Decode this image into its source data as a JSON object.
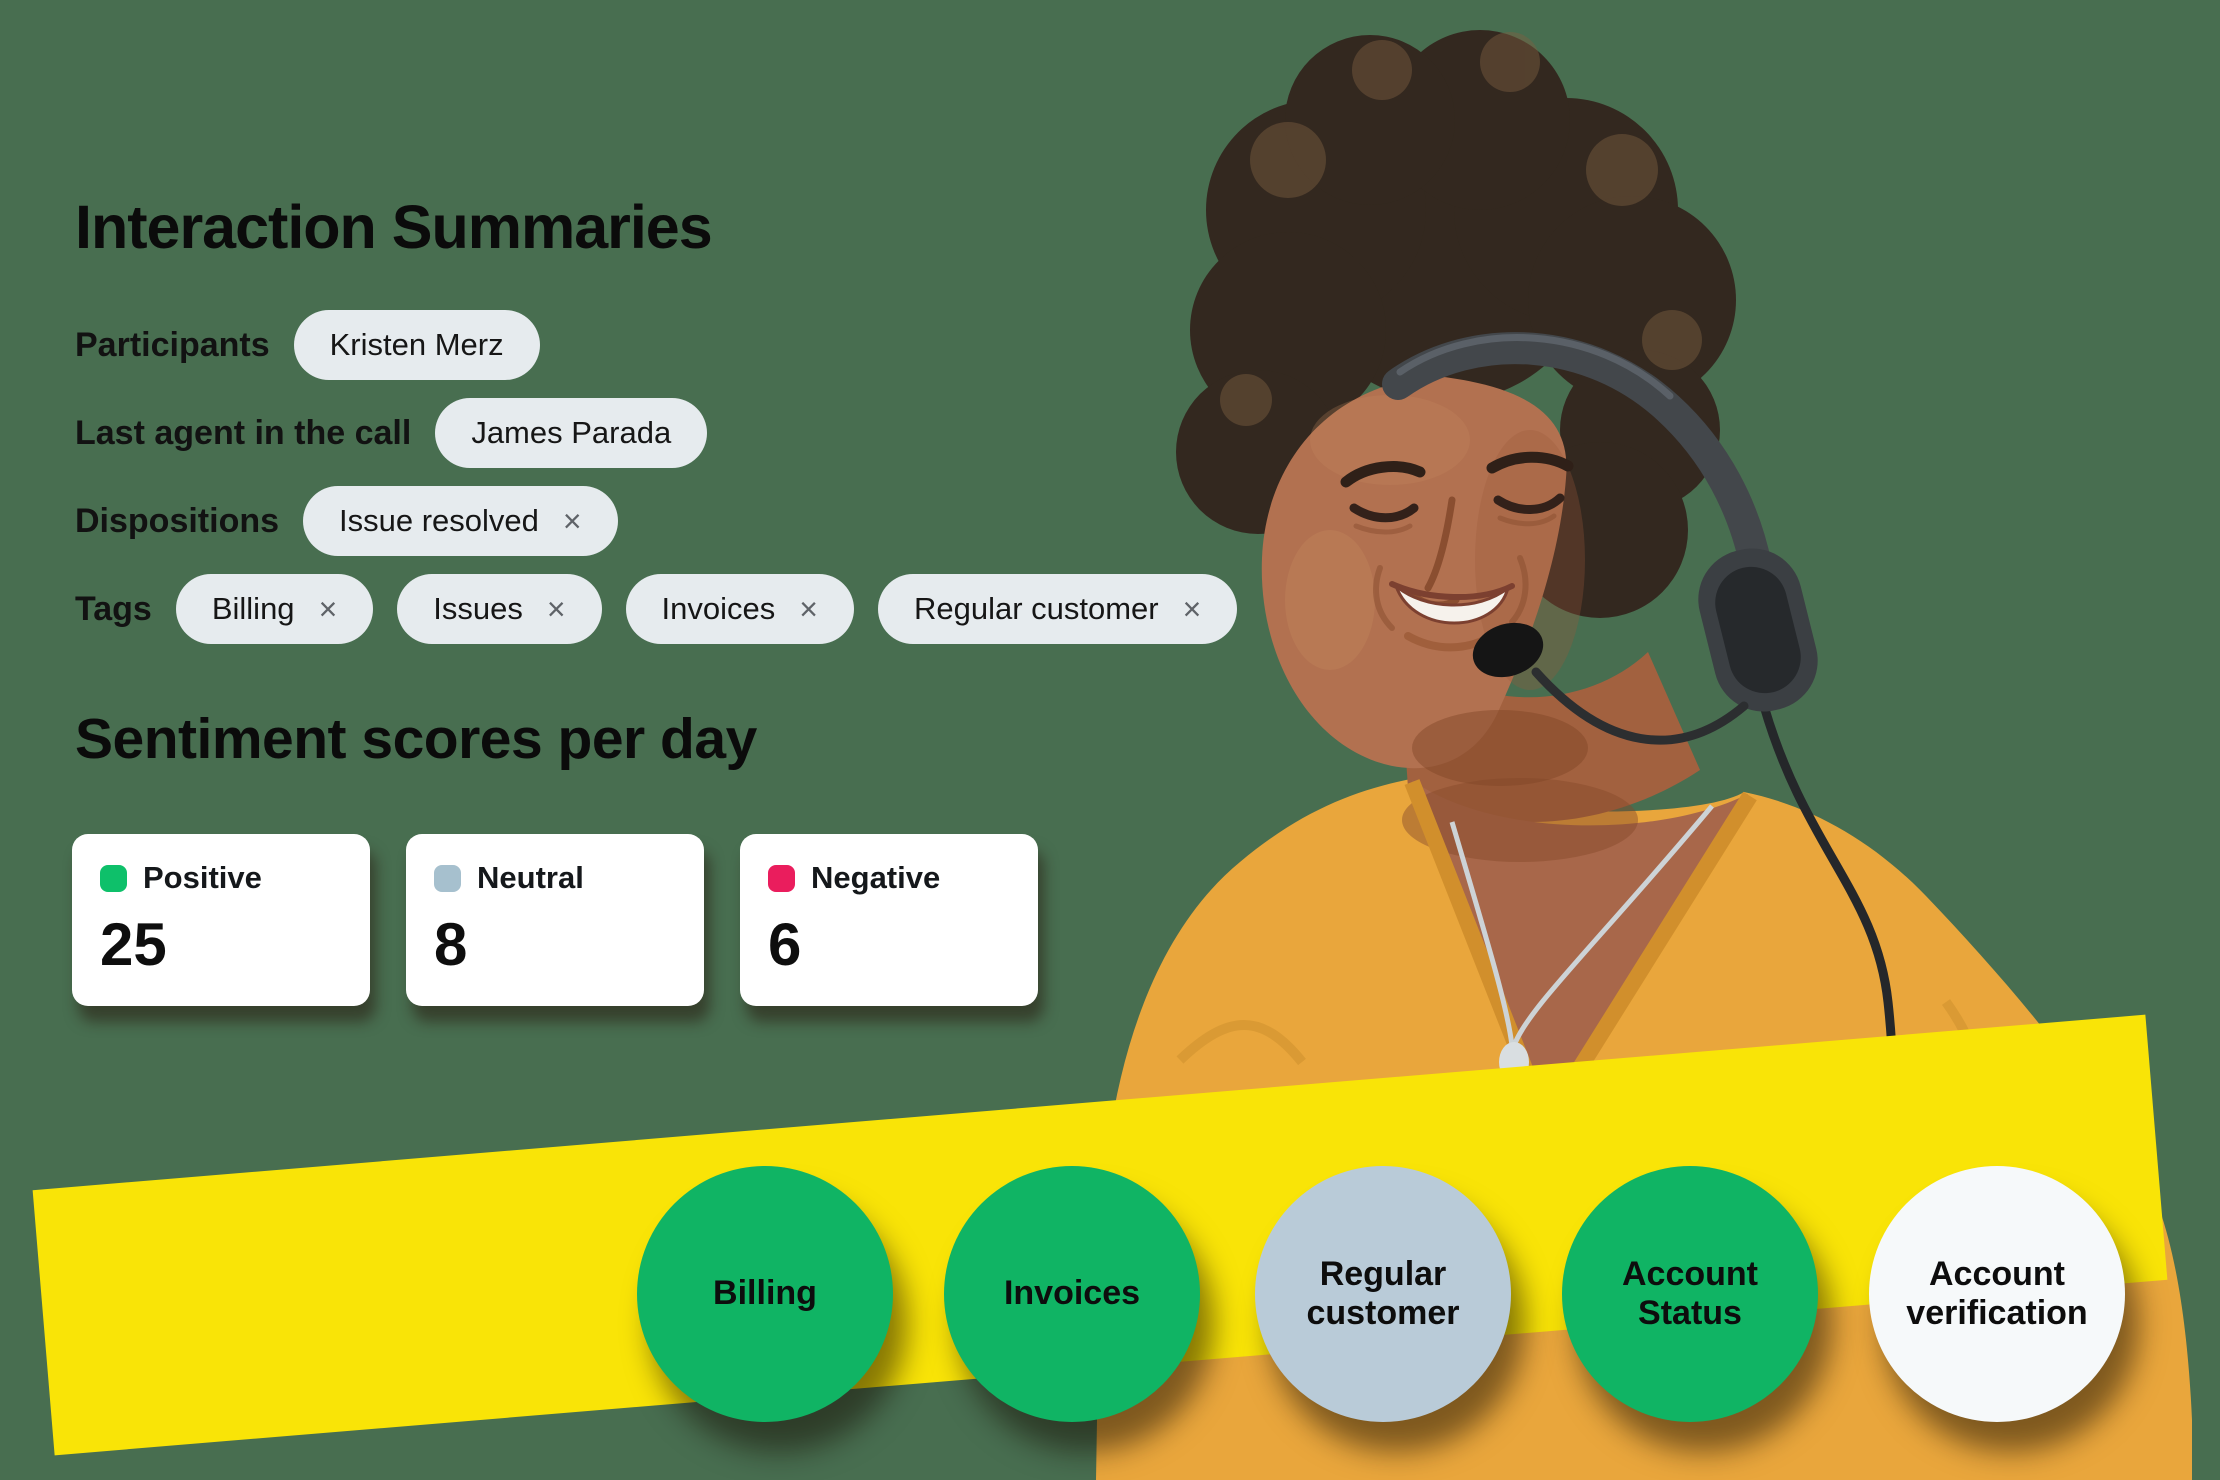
{
  "page": {
    "background_color": "#486e50"
  },
  "header": {
    "title": "Interaction Summaries"
  },
  "fields": {
    "participants": {
      "label": "Participants",
      "chips": [
        {
          "text": "Kristen Merz",
          "removable": false
        }
      ]
    },
    "last_agent": {
      "label": "Last agent in the call",
      "chips": [
        {
          "text": "James Parada",
          "removable": false
        }
      ]
    },
    "dispositions": {
      "label": "Dispositions",
      "chips": [
        {
          "text": "Issue resolved",
          "removable": true
        }
      ]
    },
    "tags": {
      "label": "Tags",
      "chips": [
        {
          "text": "Billing",
          "removable": true
        },
        {
          "text": "Issues",
          "removable": true
        },
        {
          "text": "Invoices",
          "removable": true
        },
        {
          "text": "Regular customer",
          "removable": true
        }
      ]
    }
  },
  "icons": {
    "close": "×"
  },
  "sentiment": {
    "heading": "Sentiment scores per day",
    "cards": [
      {
        "label": "Positive",
        "value": "25",
        "color": "#0ec06a"
      },
      {
        "label": "Neutral",
        "value": "8",
        "color": "#a6c0ce"
      },
      {
        "label": "Negative",
        "value": "6",
        "color": "#ea1d5d"
      }
    ]
  },
  "banner": {
    "color": "#f9e407"
  },
  "topics": {
    "items": [
      {
        "label": "Billing",
        "color": "#10b464",
        "text_color": "#0d0d0d"
      },
      {
        "label": "Invoices",
        "color": "#10b464",
        "text_color": "#0d0d0d"
      },
      {
        "label": "Regular customer",
        "color": "#b9cbd8",
        "text_color": "#0d0d0d"
      },
      {
        "label": "Account Status",
        "color": "#10b464",
        "text_color": "#0d0d0d"
      },
      {
        "label": "Account verification",
        "color": "#f6f9fa",
        "text_color": "#0d0d0d"
      }
    ]
  },
  "photo": {
    "description": "Smiling call center agent wearing a headset and mustard sweater"
  }
}
